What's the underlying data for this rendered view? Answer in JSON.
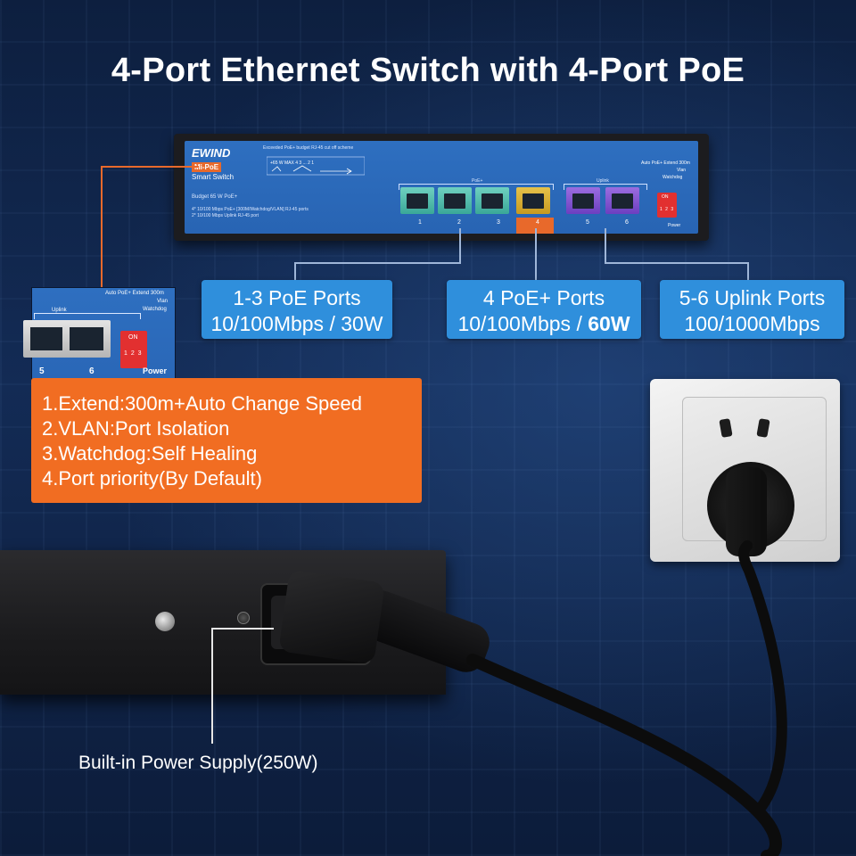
{
  "title": "4-Port Ethernet Switch with 4-Port PoE",
  "switch_panel": {
    "brand": "EWIND",
    "badge": "Mi-PoE",
    "model": "Smart Switch",
    "exceeded_note": "Exceeded PoE+ budget RJ-45 cut off scheme",
    "budget": "Budget 65 W PoE+",
    "spec_line_1": "4* 10/100 Mbps PoE+ [300M/Watchdog/VLAN] RJ-45 ports",
    "spec_line_2": "2* 10/100 Mbps Uplink RJ-45 port",
    "diagram_text": "+65 W  MAX  4 3 ... 2 1",
    "poe_label": "PoE+",
    "uplink_label": "Uplink",
    "dip_header": "Auto PoE+ Extend 300m",
    "vlan_label": "Vlan",
    "watchdog_label": "Watchdog",
    "dip_on": "ON",
    "dip_nums": "1 2 3",
    "power_label": "Power",
    "port_numbers": [
      "1",
      "2",
      "3",
      "4",
      "5",
      "6"
    ]
  },
  "info_boxes": [
    {
      "line1": "1-3 PoE Ports",
      "line2": "10/100Mbps / 30W"
    },
    {
      "line1": "4 PoE+ Ports",
      "line2_prefix": "10/100Mbps / ",
      "line2_bold": "60W"
    },
    {
      "line1": "5-6 Uplink Ports",
      "line2": "100/1000Mbps"
    }
  ],
  "zoom_inset": {
    "header": "Auto PoE+ Extend 300m",
    "uplink": "Uplink",
    "vlan": "Vlan",
    "watchdog": "Watchdog",
    "dip_on": "ON",
    "dip_nums": "1 2 3",
    "port5": "5",
    "port6": "6",
    "power": "Power"
  },
  "features": [
    "1.Extend:300m+Auto Change Speed",
    "2.VLAN:Port Isolation",
    "3.Watchdog:Self Healing",
    "4.Port priority(By Default)"
  ],
  "psu_caption": "Built-in Power Supply(250W)",
  "colors": {
    "accent_orange": "#f16d22",
    "info_blue": "#2f8fdc",
    "panel_blue": "#2e6fc0",
    "poe_port": "#6fd0c0",
    "poe_plus_port": "#e6c24a",
    "uplink_port": "#9b6de0"
  }
}
